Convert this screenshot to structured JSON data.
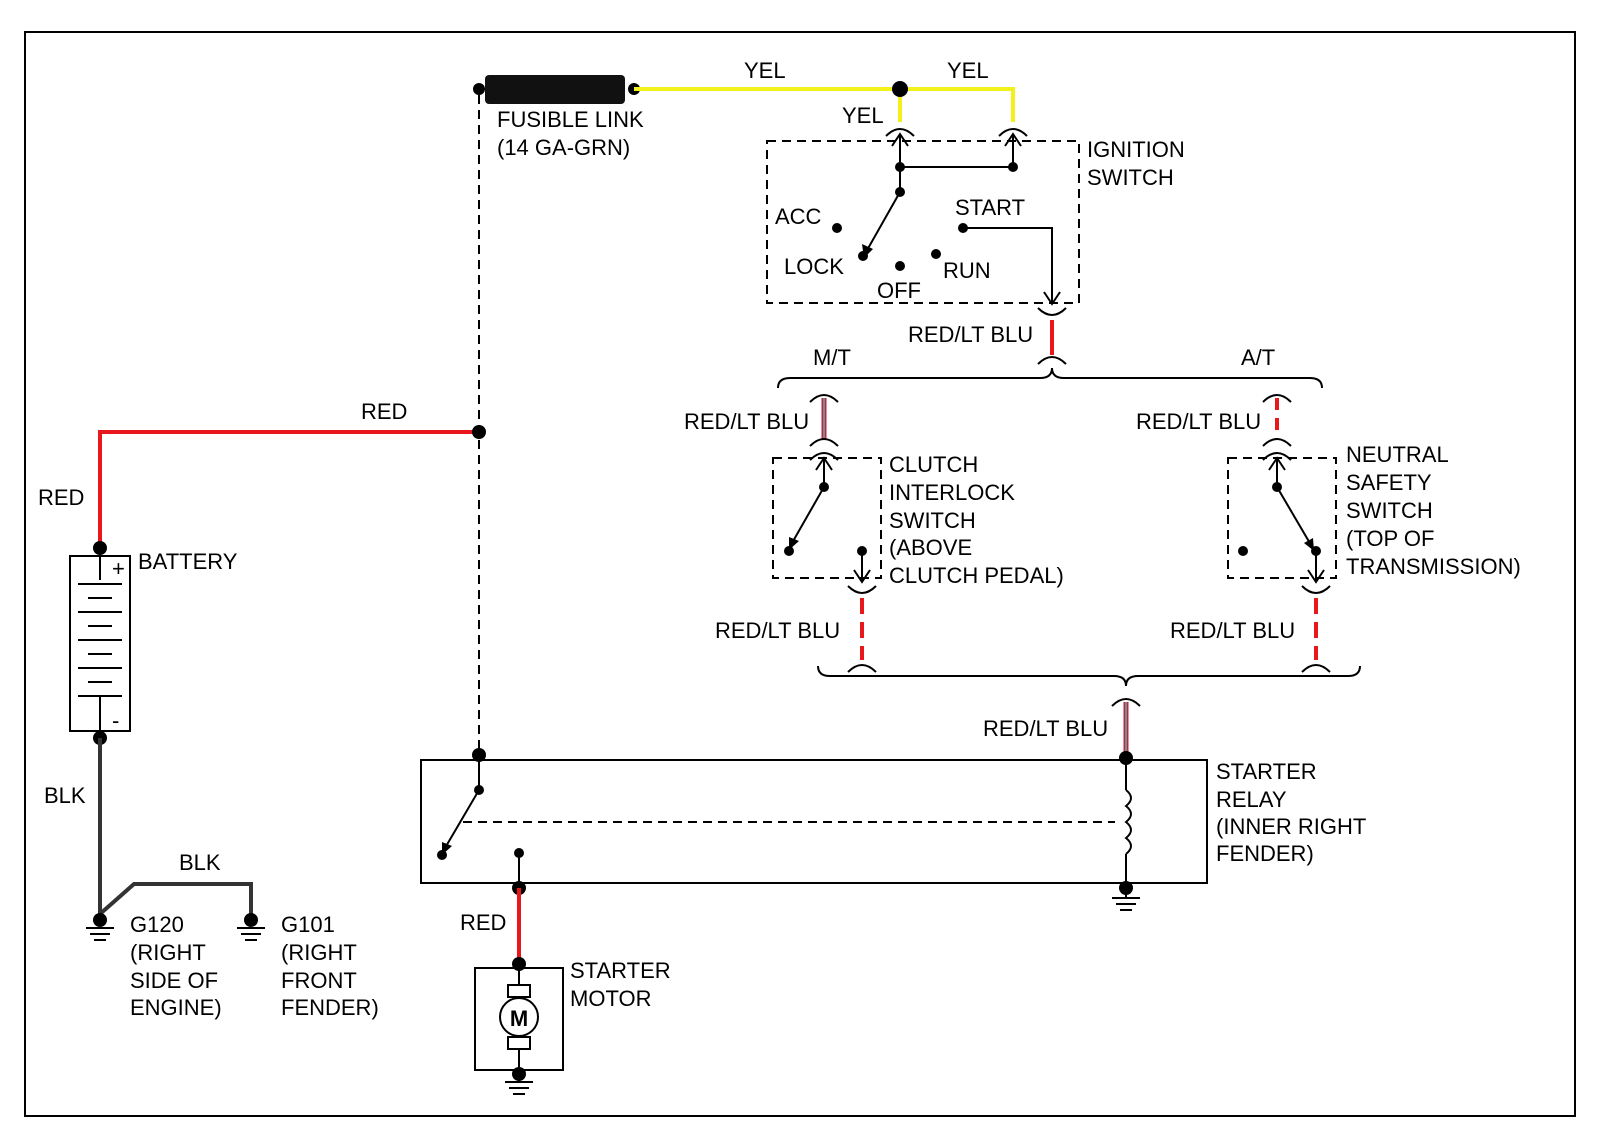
{
  "colors": {
    "red": "#e8171c",
    "yellow": "#f3f01a",
    "blue": "#3f9fbf",
    "black": "#000000",
    "ground_wire": "#333333"
  },
  "wires": {
    "yel_main": "YEL",
    "yel_right": "YEL",
    "yel_drop": "YEL",
    "red_top": "RED",
    "red_left": "RED",
    "blk_vertical": "BLK",
    "blk_ground": "BLK",
    "red_motor": "RED",
    "ign_out": "RED/LT BLU",
    "clutch_in": "RED/LT BLU",
    "nss_in": "RED/LT BLU",
    "clutch_out": "RED/LT BLU",
    "nss_out": "RED/LT BLU",
    "relay_in": "RED/LT BLU"
  },
  "components": {
    "fusible_link": {
      "line1": "FUSIBLE LINK",
      "line2": "(14 GA-GRN)"
    },
    "ignition_switch": {
      "line1": "IGNITION",
      "line2": "SWITCH",
      "positions": {
        "acc": "ACC",
        "lock": "LOCK",
        "off": "OFF",
        "run": "RUN",
        "start": "START"
      }
    },
    "transmission": {
      "manual": "M/T",
      "automatic": "A/T"
    },
    "clutch_switch": {
      "lines": [
        "CLUTCH",
        "INTERLOCK",
        "SWITCH",
        "(ABOVE",
        "CLUTCH PEDAL)"
      ]
    },
    "neutral_switch": {
      "lines": [
        "NEUTRAL",
        "SAFETY",
        "SWITCH",
        "(TOP OF",
        "TRANSMISSION)"
      ]
    },
    "battery": {
      "label": "BATTERY",
      "plus": "+",
      "minus": "-"
    },
    "starter_relay": {
      "lines": [
        "STARTER",
        "RELAY",
        "(INNER RIGHT",
        "FENDER)"
      ]
    },
    "starter_motor": {
      "line1": "STARTER",
      "line2": "MOTOR",
      "symbol": "M"
    },
    "ground_g120": {
      "lines": [
        "G120",
        "(RIGHT",
        "SIDE OF",
        "ENGINE)"
      ]
    },
    "ground_g101": {
      "lines": [
        "G101",
        "(RIGHT",
        "FRONT",
        "FENDER)"
      ]
    }
  }
}
